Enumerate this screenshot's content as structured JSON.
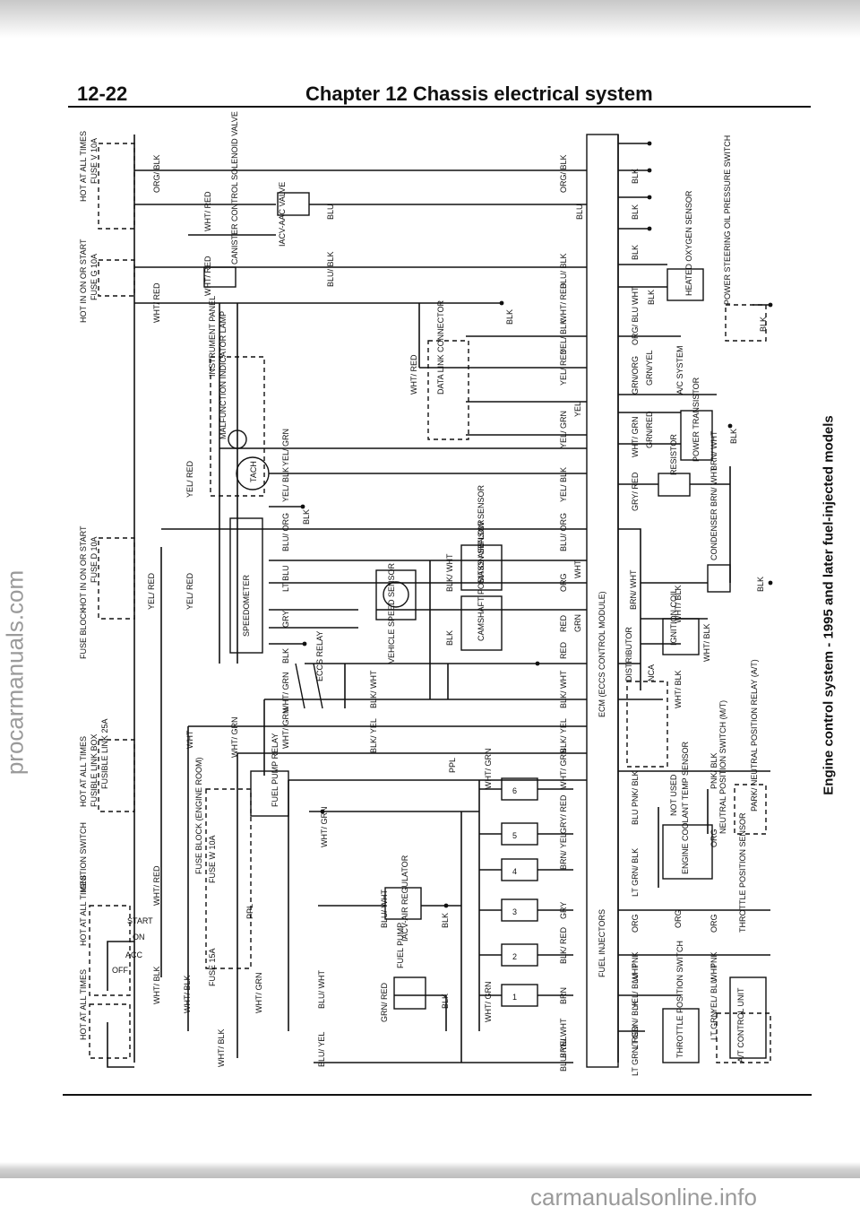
{
  "header": {
    "page_number": "12-22",
    "chapter_title": "Chapter 12  Chassis electrical system"
  },
  "caption": "Engine control system - 1995 and later fuel-injected models",
  "watermarks": {
    "left": "procarmanuals.com",
    "bottom": "carmanualsonline.info"
  },
  "labels": {
    "hot_all_times": "HOT AT ALL TIMES",
    "hot_on_start": "HOT IN ON OR START",
    "fuse_v": "FUSE V 10A",
    "fuse_g": "FUSE G 10A",
    "fuse_d": "FUSE D 10A",
    "fuse_block": "FUSE BLOCK",
    "fusible_link": "FUSIBLE LINK BOX",
    "fusible_link_25a": "FUSIBLE LINK 25A",
    "fuse_block_engine": "FUSE BLOCK (ENGINE ROOM)",
    "fuse_w": "FUSE W 10A",
    "fuse_15a": "FUSE 15A",
    "ignition_switch": "IGNITION SWITCH",
    "off": "OFF",
    "acc": "ACC",
    "on": "ON",
    "start": "START",
    "canister": "CANISTER CONTROL SOLENOID VALVE",
    "iacv_aac": "IACV-AAC VALVE",
    "instrument_panel": "INSTRUMENT PANEL",
    "mil": "MALFUNCTION INDICATOR LAMP",
    "tach": "TACH",
    "speedometer": "SPEEDOMETER",
    "data_link": "DATA LINK CONNECTOR",
    "vehicle_speed_sensor": "VEHICLE SPEED SENSOR",
    "eccs_relay": "ECCS RELAY",
    "mass_air_flow": "MASS AIRFLOW SENSOR",
    "camshaft": "CAMSHAFT POSITION SENSOR",
    "ecm": "ECM (ECCS CONTROL MODULE)",
    "fuel_pump_relay": "FUEL PUMP RELAY",
    "iacv_air": "IACV-AIR REGULATOR",
    "fuel_pump": "FUEL PUMP",
    "fuel_injectors": "FUEL INJECTORS",
    "heated_oxygen": "HEATED OXYGEN SENSOR",
    "power_steering": "POWER STEERING OIL PRESSURE SWITCH",
    "ac_system": "A/C SYSTEM",
    "power_transistor": "POWER TRANSISTOR",
    "resistor": "RESISTOR",
    "condenser": "CONDENSER",
    "ignition_coil": "IGNITION COIL",
    "distributor": "DISTRIBUTOR",
    "nca": "NCA",
    "park_neutral_relay": "PARK/ NEUTRAL POSITION RELAY (A/T)",
    "neutral_switch": "NEUTRAL POSITION SWITCH (M/T)",
    "engine_coolant": "ENGINE COOLANT TEMP SENSOR",
    "not_used": "NOT USED",
    "throttle_position_sensor": "THROTTLE POSITION SENSOR",
    "throttle_position_switch": "THROTTLE POSITION SWITCH",
    "at_control_unit": "A/T CONTROL UNIT",
    "injector_numbers": [
      "1",
      "2",
      "3",
      "4",
      "5",
      "6"
    ]
  },
  "wire_colors": {
    "org_blk": "ORG/ BLK",
    "wht_red": "WHT/ RED",
    "blu": "BLU",
    "blu_blk": "BLU/ BLK",
    "blk": "BLK",
    "yel_blk": "YEL/ BLK",
    "yel_red": "YEL/ RED",
    "yel": "YEL",
    "yel_grn": "YEL/ GRN",
    "lt_blu": "LT BLU",
    "gry": "GRY",
    "blu_org": "BLU/ ORG",
    "org": "ORG",
    "wht": "WHT",
    "red": "RED",
    "grn": "GRN",
    "wht_grn": "WHT/ GRN",
    "blk_wht": "BLK/ WHT",
    "blk_yel": "BLK/ YEL",
    "ppl": "PPL",
    "gry_red": "GRY/ RED",
    "brn_yel": "BRN/ YEL",
    "blk_red": "BLK/ RED",
    "brn": "BRN",
    "grn_red": "GRN/ RED",
    "blu_wht": "BLU/ WHT",
    "blu_yel": "BLU/ YEL",
    "wht_blk": "WHT/ BLK",
    "grn_blu": "GRN/ BLU",
    "grn_org": "GRN/ORG",
    "grn_yel": "GRN/YEL",
    "grn_red2": "GRN/RED",
    "brn_wht": "BRN/ WHT",
    "pnk_blk": "PNK/ BLK",
    "pnk": "PNK",
    "lt_grn_blk": "LT GRN/ BLK",
    "lt_grn_red": "LT GRN/ RED",
    "yel_blu": "YEL/ BLU",
    "lt_grn": "LT GRN",
    "org_blu": "ORG/ BLU"
  }
}
